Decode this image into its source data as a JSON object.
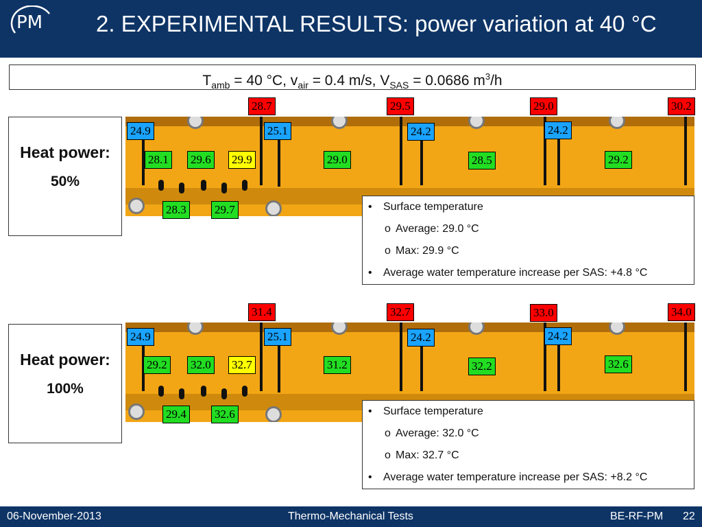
{
  "header": {
    "logo_text": "PM",
    "title": "2. EXPERIMENTAL RESULTS: power variation at 40 °C"
  },
  "conditions": {
    "t_sym": "T",
    "t_sub": "amb",
    "t_val": " = 40 °C, v",
    "v_sub": "air",
    "v_val": " = 0.4 m/s, V",
    "vs_sub": "SAS",
    "vs_val": " = 0.0686 m",
    "vs_sup": "3",
    "vs_tail": "/h"
  },
  "sections": [
    {
      "heat_label": "Heat power:",
      "heat_value": "50%",
      "labels": {
        "red": [
          "28.7",
          "29.5",
          "29.0",
          "30.2"
        ],
        "blue": [
          "24.9",
          "25.1",
          "24.2",
          "24.2"
        ],
        "green_row": [
          "28.1",
          "29.6",
          "29.0",
          "28.5",
          "29.2"
        ],
        "yellow": "29.9",
        "lower": [
          "28.3",
          "29.7"
        ]
      },
      "info": {
        "b1": "Surface temperature",
        "s1": "Average: 29.0 °C",
        "s2": "Max: 29.9 °C",
        "b2": "Average water temperature increase per SAS: +4.8 °C"
      }
    },
    {
      "heat_label": "Heat power:",
      "heat_value": "100%",
      "labels": {
        "red": [
          "31.4",
          "32.7",
          "33.0",
          "34.0"
        ],
        "blue": [
          "24.9",
          "25.1",
          "24.2",
          "24.2"
        ],
        "green_row": [
          "29.2",
          "32.0",
          "31.2",
          "32.2",
          "32.6"
        ],
        "yellow": "32.7",
        "lower": [
          "29.4",
          "32.6"
        ]
      },
      "info": {
        "b1": "Surface temperature",
        "s1": "Average: 32.0 °C",
        "s2": "Max: 32.7 °C",
        "b2": "Average water temperature increase per SAS: +8.2 °C"
      }
    }
  ],
  "footer": {
    "date": "06-November-2013",
    "topic": "Thermo-Mechanical Tests",
    "dept": "BE-RF-PM",
    "page": "22"
  },
  "colors": {
    "header_bg": "#0e3466",
    "label_red": "#ff0000",
    "label_blue": "#1aa3ff",
    "label_green": "#22dd22",
    "label_yellow": "#ffff00"
  }
}
